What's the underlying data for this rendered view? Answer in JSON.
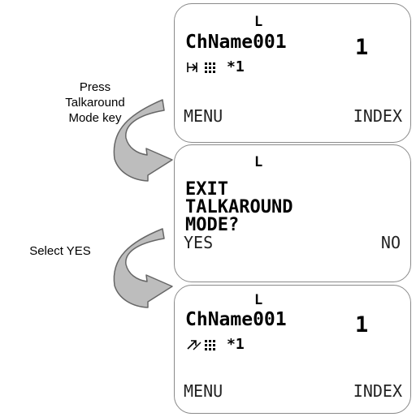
{
  "screens": [
    {
      "indicator": "L",
      "channel_name": "ChName001",
      "channel_number": "1",
      "status_suffix": "*1",
      "left_softkey": "MENU",
      "right_softkey": "INDEX"
    },
    {
      "indicator": "L",
      "prompt_line_1": "EXIT",
      "prompt_line_2": "TALKAROUND",
      "prompt_line_3": "MODE?",
      "left_softkey": "YES",
      "right_softkey": "NO"
    },
    {
      "indicator": "L",
      "channel_name": "ChName001",
      "channel_number": "1",
      "status_suffix": "*1",
      "left_softkey": "MENU",
      "right_softkey": "INDEX"
    }
  ],
  "steps": [
    {
      "line_1": "Press",
      "line_2": "Talkaround",
      "line_3": "Mode key"
    },
    {
      "line_1": "Select YES"
    }
  ],
  "icons": {
    "screen_1_mode": "talkaround-mode-icon",
    "screen_3_mode": "repeater-mode-icon",
    "signal": "signal-grid-icon"
  },
  "colors": {
    "screen_border": "#8a8a8a",
    "arrow_fill": "#bdbdbd",
    "arrow_stroke": "#666666"
  }
}
